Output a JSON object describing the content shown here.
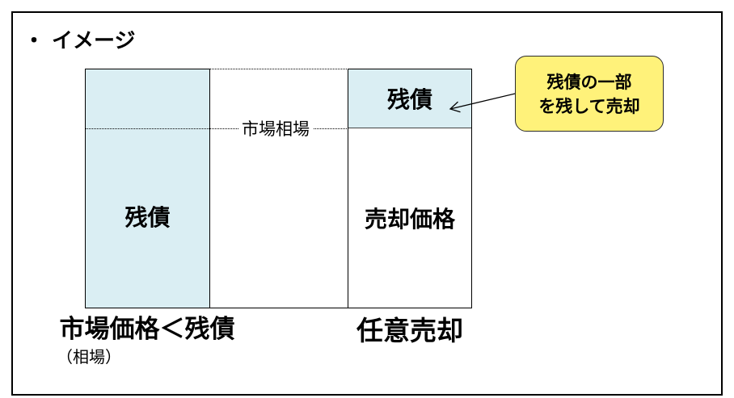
{
  "title": "・ イメージ",
  "colors": {
    "box_fill": "#DAEEF3",
    "callout_fill": "#FFF27A",
    "line": "#000000"
  },
  "diagram": {
    "left_column": {
      "label": "残債"
    },
    "market_price_label": "市場相場",
    "right_column": {
      "top_label": "残債",
      "bottom_label": "売却価格"
    },
    "callout": {
      "lines": [
        "残債の一部",
        "を残して売却"
      ]
    },
    "captions": {
      "left": "市場価格＜残債",
      "left_sub": "（相場）",
      "right": "任意売却"
    }
  }
}
